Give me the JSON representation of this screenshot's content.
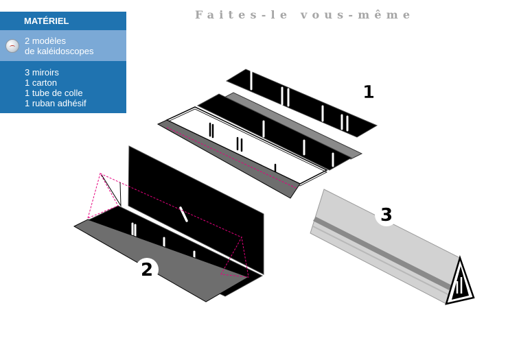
{
  "header": {
    "title": "Faites-le vous-même"
  },
  "materials": {
    "heading": "MATÉRIEL",
    "download": {
      "icon": "pdf-disc-icon",
      "line1": "2 modèles",
      "line2": "de kaléidoscopes"
    },
    "items": [
      "3 miroirs",
      "1 carton",
      "1 tube de colle",
      "1 ruban adhésif"
    ]
  },
  "steps": {
    "step1": "1",
    "step2": "2",
    "step3": "3"
  },
  "colors": {
    "panel_blue": "#1f73b0",
    "panel_light": "#7ba9d6",
    "title_gray": "#a6a6a6",
    "fold_magenta": "#e6007e"
  }
}
